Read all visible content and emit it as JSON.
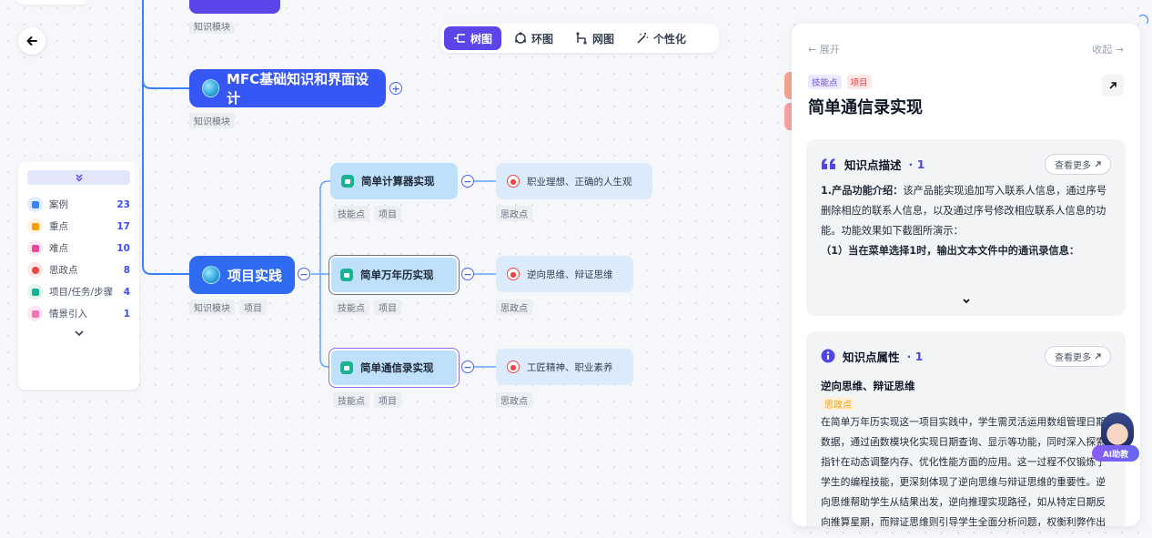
{
  "toolbar": {
    "views": [
      {
        "label": "树图",
        "active": true
      },
      {
        "label": "环图",
        "active": false
      },
      {
        "label": "网图",
        "active": false
      },
      {
        "label": "个性化",
        "active": false
      }
    ]
  },
  "mindmap": {
    "top_tag": "知识模块",
    "mfc": {
      "label": "MFC基础知识和界面设计",
      "tags": [
        "知识模块"
      ]
    },
    "project": {
      "label": "项目实践",
      "tags": [
        "知识模块",
        "项目"
      ]
    },
    "children": [
      {
        "label": "简单计算器实现",
        "tags": [
          "技能点",
          "项目"
        ],
        "leaf": {
          "label": "职业理想、正确的人生观",
          "tags": [
            "思政点"
          ]
        }
      },
      {
        "label": "简单万年历实现",
        "tags": [
          "技能点",
          "项目"
        ],
        "leaf": {
          "label": "逆向思维、辩证思维",
          "tags": [
            "思政点"
          ]
        }
      },
      {
        "label": "简单通信录实现",
        "tags": [
          "技能点",
          "项目"
        ],
        "leaf": {
          "label": "工匠精神、职业素养",
          "tags": [
            "思政点"
          ]
        }
      }
    ]
  },
  "legend": {
    "items": [
      {
        "label": "案例",
        "count": "23",
        "color": "#3b82f6",
        "bg": "#e0ecff"
      },
      {
        "label": "重点",
        "count": "17",
        "color": "#f59e0b",
        "bg": "#fff3dc"
      },
      {
        "label": "难点",
        "count": "10",
        "color": "#ec4899",
        "bg": "#fde7f3"
      },
      {
        "label": "思政点",
        "count": "8",
        "color": "#ef4444",
        "bg": "#fde7e7"
      },
      {
        "label": "项目/任务/步骤",
        "count": "4",
        "color": "#19b394",
        "bg": "#dff6ef"
      },
      {
        "label": "情景引入",
        "count": "1",
        "color": "#f472b6",
        "bg": "#fde7f3"
      }
    ]
  },
  "panel": {
    "expand_label": "← 展开",
    "collapse_label": "收起 →",
    "tags": [
      "技能点",
      "项目"
    ],
    "title": "简单通信录实现",
    "desc_card": {
      "title": "知识点描述",
      "count": "· 1",
      "more": "查看更多",
      "lead": "1.产品功能介绍：",
      "text": "该产品能实现追加写入联系人信息，通过序号删除相应的联系人信息，以及通过序号修改相应联系人信息的功能。功能效果如下截图所演示：",
      "sub": "（1）当在菜单选择1时，输出文本文件中的通讯录信息："
    },
    "attr_card": {
      "title": "知识点属性",
      "count": "· 1",
      "more": "查看更多",
      "subtitle": "逆向思维、辩证思维",
      "tag": "思政点",
      "text": "在简单万年历实现这一项目实践中，学生需灵活运用数组管理日期数据，通过函数模块化实现日期查询、显示等功能，同时深入探索指针在动态调整内存、优化性能方面的应用。这一过程不仅锻炼了学生的编程技能，更深刻体现了逆向思维与辩证思维的重要性。逆向思维帮助学生从结果出发，逆向推理实现路径，如从特定日期反向推算星期，而辩证思维则引导学生全面分析问题，权衡利弊作出判断。"
    }
  },
  "ai_helper": {
    "label": "AI助教"
  }
}
